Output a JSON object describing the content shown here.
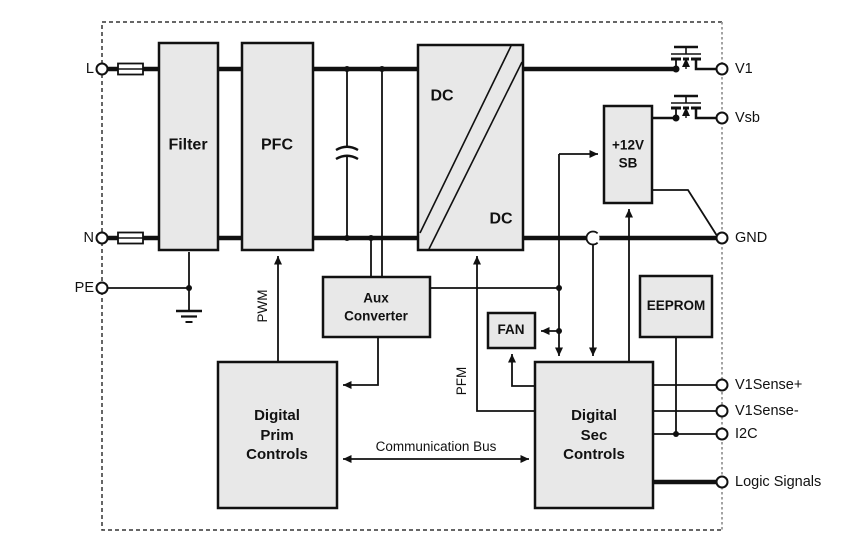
{
  "blocks": {
    "filter": "Filter",
    "pfc": "PFC",
    "dcdc_top": "DC",
    "dcdc_bottom": "DC",
    "aux": "Aux\nConverter",
    "sb12v": "+12V\nSB",
    "fan": "FAN",
    "eeprom": "EEPROM",
    "prim": "Digital\nPrim\nControls",
    "sec": "Digital\nSec\nControls"
  },
  "io": {
    "inputs": [
      {
        "label": "L"
      },
      {
        "label": "N"
      },
      {
        "label": "PE"
      }
    ],
    "outputs": [
      {
        "label": "V1"
      },
      {
        "label": "Vsb"
      },
      {
        "label": "GND"
      },
      {
        "label": "V1Sense+"
      },
      {
        "label": "V1Sense-"
      },
      {
        "label": "I2C"
      },
      {
        "label": "Logic Signals"
      }
    ]
  },
  "signals": {
    "pwm": "PWM",
    "pfm": "PFM",
    "comm_bus": "Communication Bus"
  },
  "colors": {
    "background": "#ffffff",
    "block_fill": "#e8e8e8",
    "block_border": "#111111",
    "wire": "#111111",
    "border_dashed_dark": "#333333",
    "border_dashed_light": "#999999"
  }
}
